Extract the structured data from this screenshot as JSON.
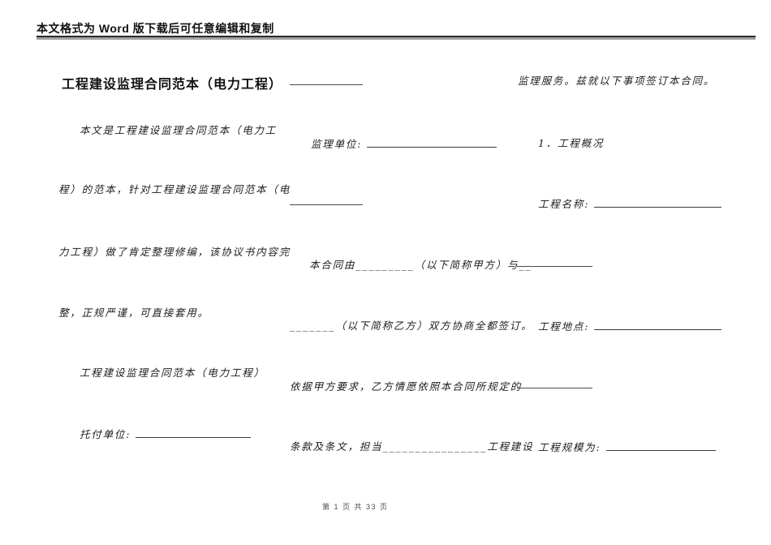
{
  "header": {
    "notice": "本文格式为 Word 版下载后可任意编辑和复制"
  },
  "doc": {
    "title": "工程建设监理合同范本（电力工程）",
    "col1": {
      "para1_l1": "本文是工程建设监理合同范本（电力工",
      "para1_l2": "程）的范本，针对工程建设监理合同范本（电",
      "para1_l3": "力工程）做了肯定整理修编，该协议书内容完",
      "para1_l4": "整，正规严谨，可直接套用。",
      "subtitle": "工程建设监理合同范本（电力工程）",
      "client_label": "托付单位:"
    },
    "col2": {
      "supervisor_label": "监理单位:",
      "body_l1": "本合同由_________（以下简称甲方）与__",
      "body_l2": "_______（以下简称乙方）双方协商全都签订。",
      "body_l3": "依据甲方要求，乙方情愿依照本合同所规定的",
      "body_l4": "条款及条文，担当________________工程建设"
    },
    "col3": {
      "body_l1": "监理服务。兹就以下事项签订本合同。",
      "section1_heading": "1．工程概况",
      "project_name_label": "工程名称:",
      "project_site_label": "工程地点:",
      "project_scale_label": "工程规模为:"
    }
  },
  "footer": {
    "page_info": "第 1 页 共 33 页"
  }
}
